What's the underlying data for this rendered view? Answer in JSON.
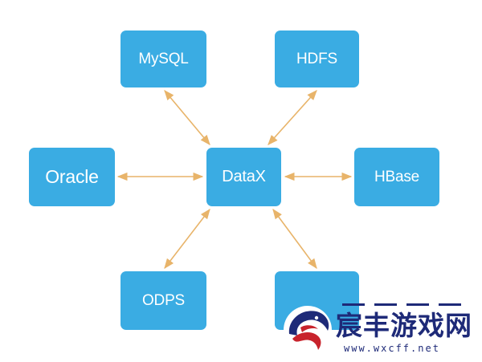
{
  "diagram": {
    "nodes": {
      "mysql": "MySQL",
      "hdfs": "HDFS",
      "oracle": "Oracle",
      "datax": "DataX",
      "hbase": "HBase",
      "odps": "ODPS",
      "blank": ""
    },
    "colors": {
      "node_fill": "#3aace3",
      "node_text": "#ffffff",
      "arrow": "#e8b46a"
    }
  },
  "watermark": {
    "title": "宸丰游戏网",
    "url": "www.wxcff.net"
  }
}
